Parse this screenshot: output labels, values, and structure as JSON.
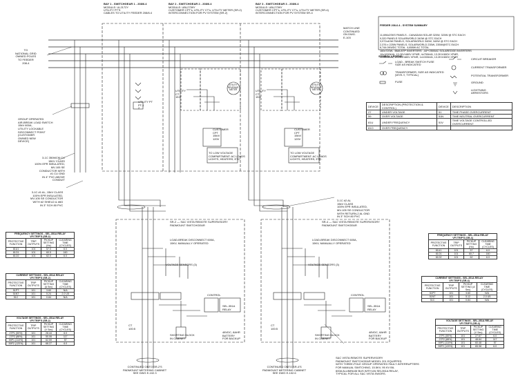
{
  "bays": [
    {
      "title": "BAY 1 - SWITCHGEAR 1 - 208/6.4",
      "lines": [
        "MODULE: UL2172Y",
        "UTILITY PT'S",
        "CABLES TO UTILITY FEEDER 208/6.4"
      ]
    },
    {
      "title": "BAY 2 - SWITCHGEAR 2 - 208/6.4",
      "lines": [
        "MODULE: UBL2759Y",
        "CUSTOMER CPT's, UTILITY CT's, UTILITY METER (SR-2)",
        "INTERCONNECTION FOR PV SYSTEM (SR-2)"
      ]
    },
    {
      "title": "BAY 3 - SWITCHGEAR 3 - 208/6.4",
      "lines": [
        "MODULE: UBL2759Y",
        "CUSTOMER CPT's, UTILITY CT's, UTILITY METER (SR-4)",
        "INTERCONNECTION FOR PV SYSTEM SR-4"
      ]
    }
  ],
  "left_notes": [
    {
      "lines": [
        "TO",
        "NATIONAL GRID",
        "OWNED POLES",
        "TO FEEDER",
        "208-4"
      ]
    },
    {
      "lines": [
        "GROUP OPERATED",
        "AIR-BREAK LOAD SWITCH",
        "15kV 600A,",
        "UTILITY LOCKABLE",
        "DISCONNECT POINT",
        "(CUSTOMER",
        "OWNED NEW",
        "DEVICE)"
      ]
    },
    {
      "lines": [
        "3-1C 350MCM CU",
        "15KV CLASS",
        "100% EPR INSULATED,",
        "MV-105 SE",
        "CONDUCTOR WITH",
        "#1 CU GND",
        "IN 4\" PVC ABOVE",
        "CONDUIT"
      ]
    },
    {
      "lines": [
        "3-1C #1 AL, 15kV CLASS",
        "100% EPR INSULATED,",
        "MV-105 SE CONDUCTOR",
        "WITH #2 SHIELD & #6G",
        "IN 3\" SCH 80 PVC"
      ]
    }
  ],
  "match_line": [
    "MATCH LINE",
    "CONTINUED",
    "ON DWG.",
    "E-103"
  ],
  "mid_note": [
    "3-1C #2 AL",
    "15kV CLASS",
    "100% EPR INSULATED,",
    "MV-105 SE CONDUCTOR",
    "WITH RETURN-2 AL GND",
    "IN 3\" SCH 80 PVC"
  ],
  "cabinet_labels": {
    "utility_pt": [
      "UTILITY PT",
      "PT-1",
      "2"
    ],
    "utility_ct_a": [
      "UTILITY",
      "CT",
      "15:5"
    ],
    "utility_ct_b": [
      "UTILITY",
      "CT",
      "15:5"
    ],
    "customer_cpt": [
      "CUSTOMER",
      "CPT",
      "15kV/",
      "120V"
    ],
    "meter": [
      "UTILITY",
      "REVENUE",
      "METER"
    ],
    "load_note": [
      "TO LOW VOLTAGE",
      "COMPARTMENT: AC LOADS",
      "LIGHTS, HEATERS, ETC."
    ]
  },
  "summary": {
    "title": "FEEDER 208-6.4 - SYSTEM SUMMARY",
    "lines": [
      "11,696x2SKS PANELS - CANADIAN SOLAR 320W, 320W @ STC EACH",
      "9,320 PANELS SOLARWORLD 340W @ STC EACH",
      "3,972x40W PANELS, SOLARWORLD 340W, 340W @ STC EACH",
      "2,376 x 225W PANELS, SOLARWORLD 235W, 235W@STC EACH",
      "6,744.0KWDC TOTAL  4,658W AC TOTAL",
      "160x720W-  BMA BTP INVERTERS  ,44*+2500AC SOLAREDGE INVERTERS",
      "10x1000kVA, 13.2KV/480V XFMR, 4x750kVA, 13.2KV/480V XFMR,",
      "1x1500kVA, 13.2KV/480V XFMR, 1x1000kVA, 13.2KV/480V XFMR"
    ]
  },
  "legend": {
    "title": "SYMBOL LEGEND",
    "left": [
      "LOAD - BREAK SWITCH FUSE",
      "SIZE AS INDICATED",
      "TRANSFORMER, SIZE AS INDICATED",
      "(WYE-Y, TYPICAL)",
      "FUSE"
    ],
    "right": [
      "CIRCUIT BREAKER",
      "CURRENT TRANSFORMER",
      "POTENTIAL TRANSFORMER",
      "GROUND",
      "LIGHTNING",
      "ARRESTORS"
    ]
  },
  "device_table": {
    "headers": [
      "DEVICE",
      "DESCRIPTION (PROTECTION & CONTROL)",
      "DEVICE",
      "DESCRIPTION"
    ],
    "rows": [
      [
        "27",
        "UNDER VOLTAGE",
        "51",
        "TIME PHASE OVERCURRENT"
      ],
      [
        "59",
        "OVER VOLTAGE",
        "51N",
        "TIME NEUTRAL OVERCURRENT"
      ],
      [
        "81U",
        "UNDER FREQUENCY",
        "51V",
        "TIME VOLTAGE CONTROLLED OVERCURRENT"
      ],
      [
        "81O",
        "OVER FREQUENCY",
        "",
        ""
      ]
    ]
  },
  "switchgears": [
    {
      "title": [
        "SR-2 — S&C VISTA REMOTE SUPERVISORY",
        "PADMOUNT SWITCHGEAR"
      ],
      "lbs": [
        "LOAD-BREAK DISCONNECT 600A,",
        "15KV, MANUALLY OPERATED"
      ],
      "vs": "VOLTAGE SENSORS (3)",
      "relay": [
        "SEL-351A",
        "RELAY"
      ],
      "shorting": [
        "SHORTING BLOCK",
        "IN CABINET"
      ],
      "battery": [
        "48VDC, 8AHR",
        "BATTERY",
        "FOR BACKUP"
      ],
      "ct": [
        "CT",
        "100:5"
      ],
      "control": "CONTROL",
      "bottom": [
        "CONTINUED ONTO SR-2'S",
        "PADMOUNT METERING CABINET",
        "SEE DWG E-102.3"
      ]
    },
    {
      "title": [
        "SR-4 — S&C VISTA REMOTE SUPERVISORY",
        "PADMOUNT SWITCHGEAR"
      ],
      "lbs": [
        "LOAD-BREAK DISCONNECT 600A,",
        "15KV, MANUALLY OPERATED"
      ],
      "vs": "VOLTAGE SENSORS (3)",
      "relay": [
        "SEL-351A",
        "RELAY"
      ],
      "shorting": [
        "SHORTING BLOCK",
        "IN CABINET"
      ],
      "battery": [
        "48VDC, 8AHR",
        "BATTERY",
        "FOR BACKUP"
      ],
      "ct": [
        "CT",
        "100:5"
      ],
      "control": "CONTROL",
      "bottom": [
        "CONTINUED ONTO SR-4'S",
        "PADMOUNT METERING CABINET",
        "SEE DWG E-102.6"
      ]
    }
  ],
  "vista_note": [
    "S&C VISTA REMOTE SUPERVISORY",
    "PADMOUNT SWITCHGEAR MODEL 201 EQUIPPED",
    "WITH THREE-POLE GROUP OPERATED FAULT-INTERRUPTERS",
    "FOR MANUAL SWITCHING, 15.5KV, 95 KV BIL",
    "600A ALUMINUM BUS WITH AN SEL351A RELAY,",
    "TYPICAL FOR ALL S&C VISTA SWGRS."
  ],
  "tables": {
    "freq_left": {
      "title": "FREQUENCY SETTINGS - SEL-351A RELAY",
      "sub": "VFI TRIP'S (SR-2)",
      "headers": [
        "PROTECTIVE FUNCTION",
        "TRIP OUTPUTS",
        "PICKUP SETTING (Hz)",
        "CLEARING TIME (CYCLES)"
      ],
      "rows": [
        [
          "81U1",
          "101",
          "57.0",
          "6.0"
        ],
        [
          "81O1",
          "101",
          "60.5",
          "160"
        ],
        [
          "81O2",
          "101",
          "62.0",
          "6.0"
        ]
      ]
    },
    "curr_left": {
      "title": "CURRENT SETTINGS - SEL-351A RELAY",
      "sub": "VFI TRIP'S (SR-2)",
      "headers": [
        "PROTECTIVE FUNCTION",
        "TRIP OUTPUTS",
        "PICKUP SETTING (A Sec)",
        "CLEARING TIME (CYCLES)"
      ],
      "rows": [
        [
          "51PT",
          "101",
          "3.60",
          "N/A"
        ],
        [
          "51NT",
          "101",
          "5.24",
          "2.0 U5"
        ],
        [
          "51C",
          "101",
          "0.84",
          "N/A"
        ]
      ]
    },
    "volt_left": {
      "title": "VOLTAGE SETTINGS - SEL-351A RELAY",
      "sub": "VFI TRIP'S (SR-2)",
      "headers": [
        "PROTECTIVE FUNCTION",
        "TRIP OUTPUTS",
        "PICKUP SETTING (V Sec)",
        "CLEARING TIME (CYCLES)"
      ],
      "rows": [
        [
          "27P1 (50%)",
          "101",
          "28.44",
          "6.0"
        ],
        [
          "27P2 (88%)",
          "101",
          "50.06",
          "117"
        ],
        [
          "59P1 (110%)",
          "101",
          "62.59",
          "57"
        ],
        [
          "59P2 (120%)",
          "101",
          "68.27",
          "6.0"
        ]
      ]
    },
    "freq_right": {
      "title": "FREQUENCY SETTINGS - SEL-351A RELAY",
      "sub": "VFI TRIP'S (SR-4)",
      "headers": [
        "PROTECTIVE FUNCTION",
        "TRIP OUTPUTS",
        "PICKUP SETTING (Hz)",
        "CLEARING TIME (CYCLES)"
      ],
      "rows": [
        [
          "81U1",
          "101",
          "57",
          "6.0"
        ],
        [
          "81O1",
          "101",
          "60.7",
          "160"
        ],
        [
          "81O2",
          "101",
          "62",
          "6.0"
        ]
      ]
    },
    "curr_right": {
      "title": "CURRENT SETTINGS - SEL-351A RELAY",
      "sub": "VFI TRIP'S (SR-4)",
      "headers": [
        "PROTECTIVE FUNCTION",
        "TRIP OUTPUTS",
        "PICKUP SETTING (A Sec)",
        "CLEARING TIME (CYCLES)"
      ],
      "rows": [
        [
          "51PT",
          "101",
          "3.60",
          "N/A"
        ],
        [
          "51NT",
          "101",
          "5.12",
          "2.0 U5"
        ],
        [
          "51C",
          "101",
          "0.84",
          "N/A"
        ]
      ]
    },
    "volt_right": {
      "title": "VOLTAGE SETTINGS - SEL-351A RELAY",
      "sub": "VFI TRIP'S (SR-4)",
      "headers": [
        "PROTECTIVE FUNCTION",
        "TRIP OUTPUTS",
        "PICKUP SETTING (V Sec)",
        "CLEARING TIME (CYCLES)"
      ],
      "rows": [
        [
          "27P1 (50%)",
          "101",
          "27.67",
          "6.0"
        ],
        [
          "27P2 (88%)",
          "101",
          "48.64",
          "117"
        ],
        [
          "59P1 (110%)",
          "101",
          "60.48",
          "57"
        ],
        [
          "59P2 (120%)",
          "101",
          "65.98",
          "6.0"
        ]
      ]
    }
  }
}
